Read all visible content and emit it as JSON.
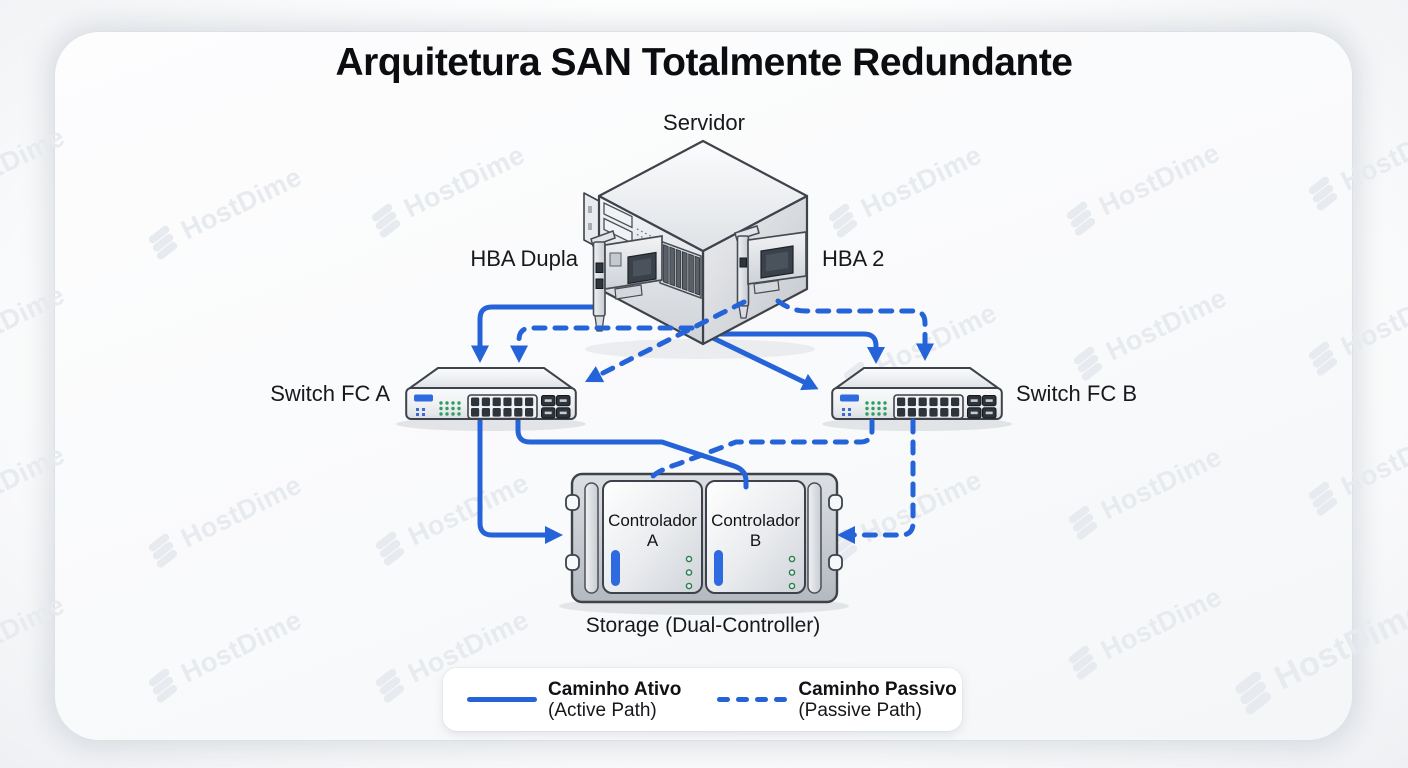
{
  "title": "Arquitetura SAN Totalmente Redundante",
  "diagram": {
    "server": {
      "label": "Servidor"
    },
    "hba_left": {
      "label": "HBA Dupla"
    },
    "hba_right": {
      "label": "HBA 2"
    },
    "switch_a": {
      "label": "Switch FC A"
    },
    "switch_b": {
      "label": "Switch FC B"
    },
    "storage": {
      "label": "Storage (Dual-Controller)",
      "controller_a": {
        "line1": "Controlador",
        "line2": "A"
      },
      "controller_b": {
        "line1": "Controlador",
        "line2": "B"
      }
    }
  },
  "legend": {
    "active": {
      "label": "Caminho Ativo",
      "sublabel": "(Active Path)",
      "style": "solid"
    },
    "passive": {
      "label": "Caminho Passivo",
      "sublabel": "(Passive Path)",
      "style": "dashed"
    }
  },
  "watermark": {
    "text": "HostDime"
  },
  "colors": {
    "path_blue": "#2563d8",
    "device_outline": "#3e434b",
    "led_green": "#2f9e63",
    "led_blue": "#2f6ae0",
    "title_color": "#0b0d10"
  }
}
